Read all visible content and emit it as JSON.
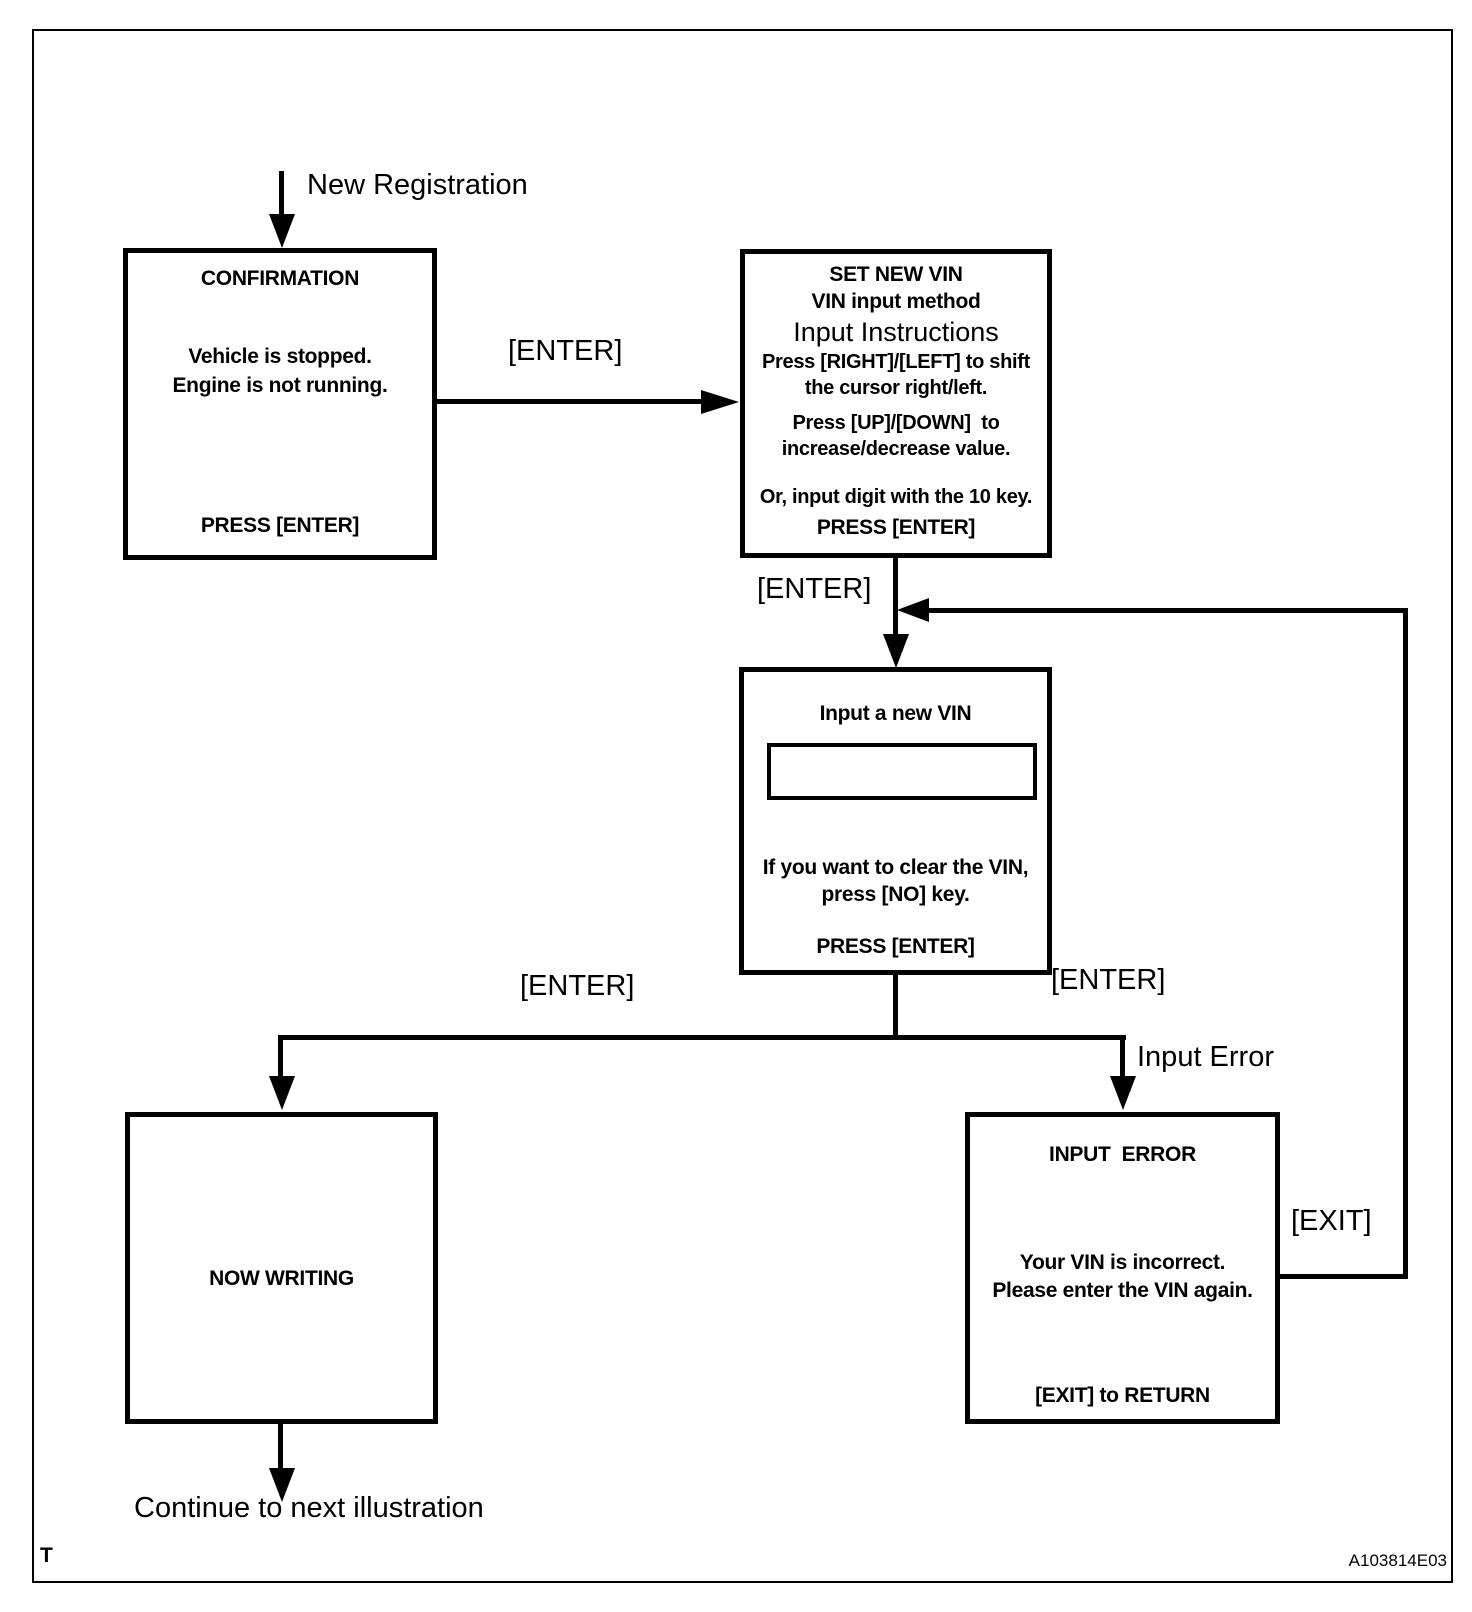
{
  "page": {
    "corner_mark": "T",
    "figure_code": "A103814E03"
  },
  "labels": {
    "new_registration": "New Registration",
    "enter_confirm_to_vin": "[ENTER]",
    "enter_vin_to_input": "[ENTER]",
    "enter_to_writing": "[ENTER]",
    "enter_to_error": "[ENTER]",
    "input_error": "Input Error",
    "exit_return": "[EXIT]",
    "continue_next": "Continue to next illustration"
  },
  "boxes": {
    "confirmation": {
      "title": "CONFIRMATION",
      "line1": "Vehicle is stopped.",
      "line2": "Engine is not running.",
      "footer": "PRESS [ENTER]"
    },
    "set_new_vin": {
      "title": "SET NEW VIN",
      "subtitle": "VIN input method",
      "heading": "Input Instructions",
      "line1": "Press [RIGHT]/[LEFT] to shift",
      "line2": "the cursor right/left.",
      "line3": "Press [UP]/[DOWN]  to",
      "line4": "increase/decrease value.",
      "line5": "Or, input digit with the 10 key.",
      "footer": "PRESS [ENTER]"
    },
    "input_new_vin": {
      "title": "Input a new VIN",
      "vin_field_value": "",
      "line1": "If you want to clear the VIN,",
      "line2": "press [NO] key.",
      "footer": "PRESS [ENTER]"
    },
    "now_writing": {
      "title": "NOW WRITING"
    },
    "input_error": {
      "title": "INPUT  ERROR",
      "line1": "Your VIN is incorrect.",
      "line2": "Please enter the VIN again.",
      "footer": "[EXIT] to RETURN"
    }
  }
}
